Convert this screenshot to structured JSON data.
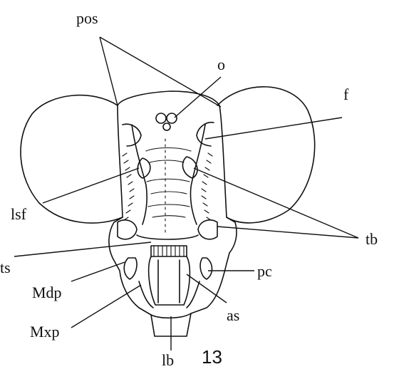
{
  "labels": {
    "pos": "pos",
    "o": "o",
    "f": "f",
    "lsf": "lsf",
    "tb": "tb",
    "ts": "ts",
    "pc": "pc",
    "mdp": "Mdp",
    "as": "as",
    "mxp": "Mxp",
    "lb": "lb"
  },
  "figure_number": "13"
}
